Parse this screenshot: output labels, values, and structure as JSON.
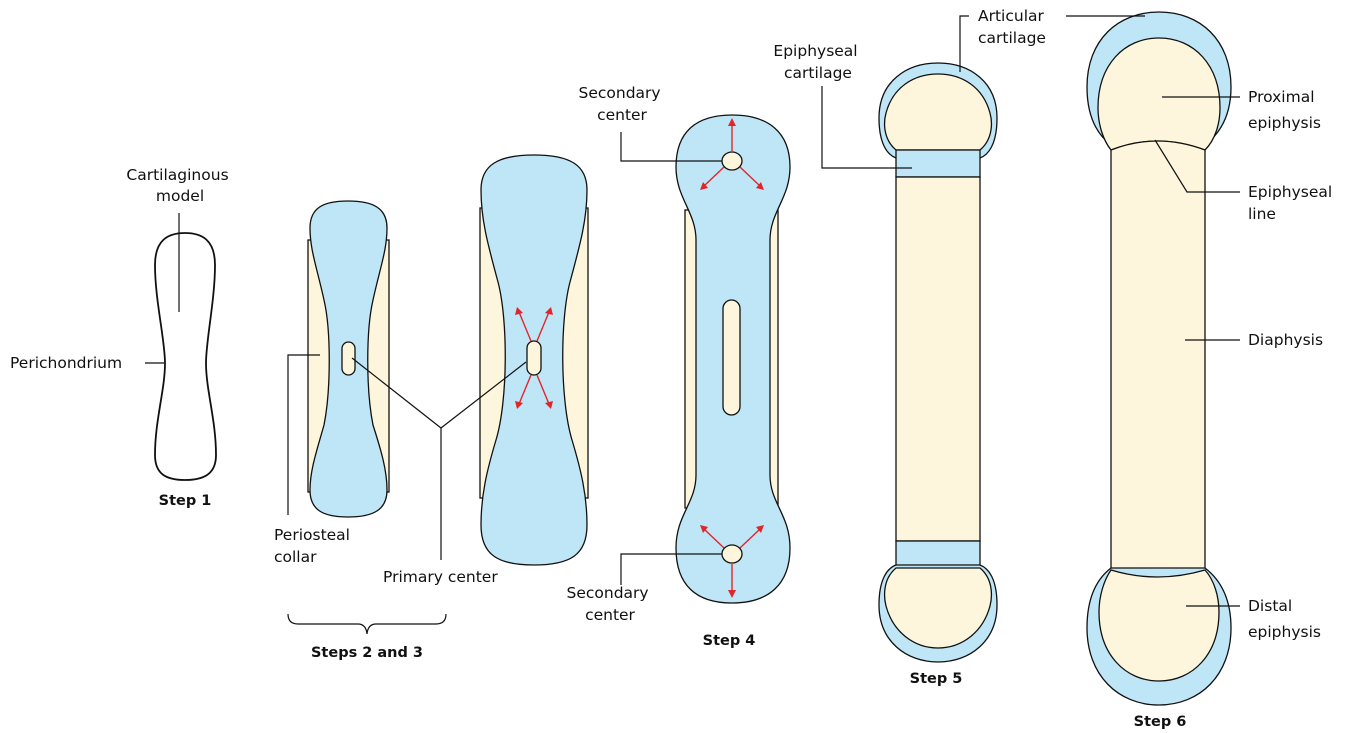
{
  "labels": {
    "cartilaginous_model": [
      "Cartilaginous",
      "model"
    ],
    "perichondrium": "Perichondrium",
    "periosteal_collar": [
      "Periosteal",
      "collar"
    ],
    "primary_center": "Primary center",
    "secondary_center_top": [
      "Secondary",
      "center"
    ],
    "secondary_center_bottom": [
      "Secondary",
      "center"
    ],
    "epiphyseal_cartilage": [
      "Epiphyseal",
      "cartilage"
    ],
    "articular_cartilage": [
      "Articular",
      "cartilage"
    ],
    "proximal_epiphysis": [
      "Proximal",
      "epiphysis"
    ],
    "epiphyseal_line": [
      "Epiphyseal",
      "line"
    ],
    "diaphysis": "Diaphysis",
    "distal_epiphysis": [
      "Distal",
      "epiphysis"
    ]
  },
  "steps": {
    "step1": "Step 1",
    "steps23": "Steps 2 and 3",
    "step4": "Step 4",
    "step5": "Step 5",
    "step6": "Step 6"
  },
  "colors": {
    "cartilage": "#bfe6f7",
    "bone": "#fdf5dc",
    "arrow": "#e0262b",
    "outline": "#111111"
  }
}
